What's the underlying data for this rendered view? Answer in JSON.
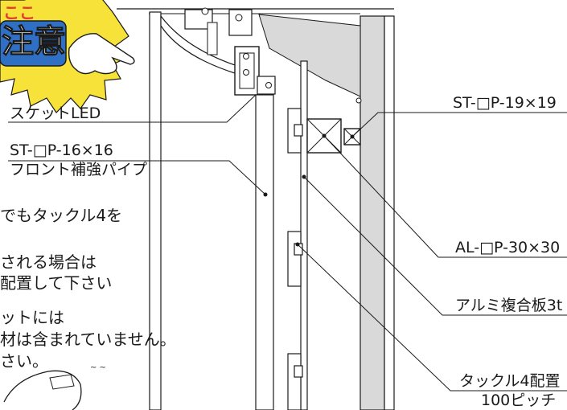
{
  "badge": {
    "top_text": "ここ",
    "main_text": "注意",
    "color_fill": "#2f6fc4",
    "color_burst": "#f7e23a"
  },
  "callouts": {
    "skate_led": "スケットLED",
    "st_16": "ST-□P-16×16",
    "front_pipe": "フロント補強パイプ",
    "st_19": "ST-□P-19×19",
    "al_30": "AL-□P-30×30",
    "alumi": "アルミ複合板3t",
    "tackle_arr": "タックル4配置",
    "pitch": "100ピッチ"
  },
  "notes": {
    "line1": "でもタックル4を",
    "line2": "される場合は",
    "line3": "配置して下さい",
    "line4": "ットには",
    "line5": "材は含まれていません。",
    "line6": "さい。"
  },
  "colors": {
    "line": "#1a1a1a",
    "gray_panel": "#d9d9d9",
    "hatch": "#9a9a9a"
  }
}
